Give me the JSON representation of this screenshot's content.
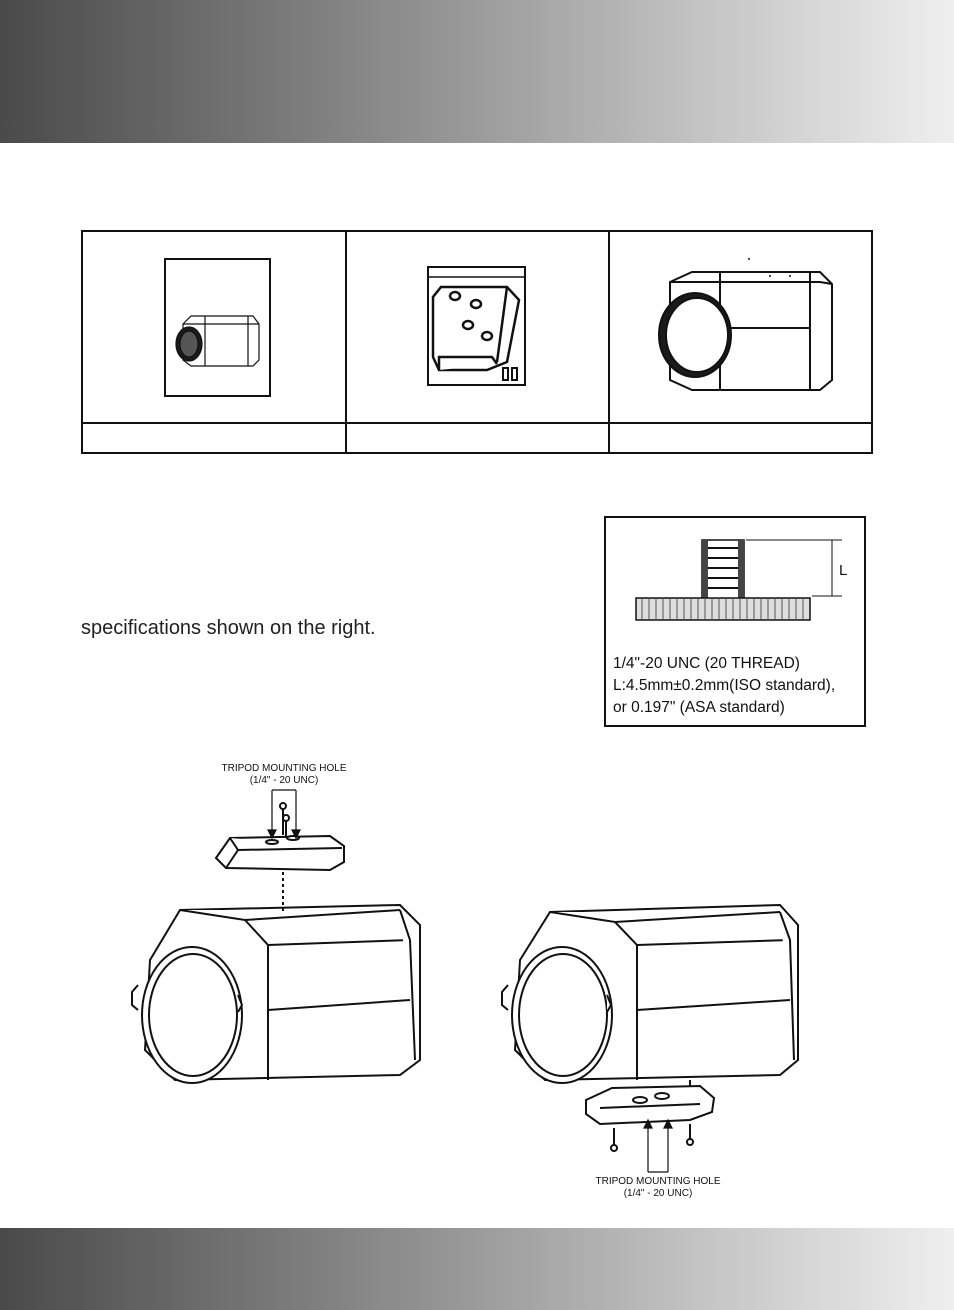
{
  "header_band": {
    "color_start": "#4a4a4a",
    "color_end": "#efefef"
  },
  "footer_band": {
    "color_start": "#4a4a4a",
    "color_end": "#efefef"
  },
  "parts_table": {
    "labels": [
      "",
      "",
      ""
    ]
  },
  "body_text": "specifications shown on the right.",
  "spec_box": {
    "dimension_label": "L",
    "line1": "1/4\"-20  UNC  (20  THREAD)",
    "line2": "L:4.5mm±0.2mm(ISO standard),",
    "line3": "or  0.197\"  (ASA  standard)"
  },
  "callout_top": {
    "line1": "TRIPOD MOUNTING HOLE",
    "line2": "(1/4\" - 20 UNC)"
  },
  "callout_bottom": {
    "line1": "TRIPOD MOUNTING HOLE",
    "line2": "(1/4\" - 20 UNC)"
  }
}
